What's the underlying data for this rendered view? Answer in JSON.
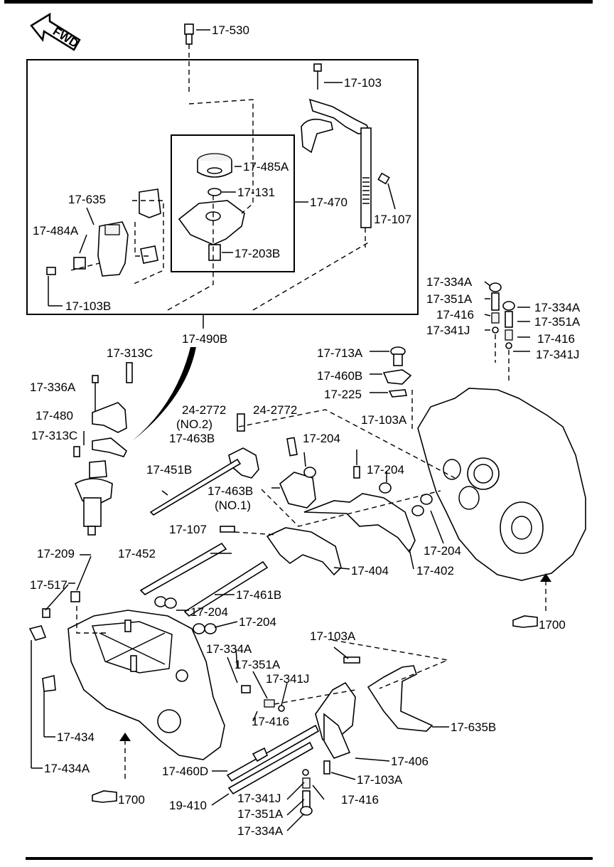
{
  "diagram": {
    "fwd_label": "FWD",
    "ref_label": "1700",
    "labels": {
      "p17_530": "17-530",
      "p17_103_top": "17-103",
      "p17_485A": "17-485A",
      "p17_131": "17-131",
      "p17_470": "17-470",
      "p17_107_top": "17-107",
      "p17_203B": "17-203B",
      "p17_635": "17-635",
      "p17_484A": "17-484A",
      "p17_103B": "17-103B",
      "p17_490B": "17-490B",
      "p17_313C_a": "17-313C",
      "p17_336A": "17-336A",
      "p17_480": "17-480",
      "p17_313C_b": "17-313C",
      "p24_2772_a": "24-2772",
      "no2": "(NO.2)",
      "p17_463B_a": "17-463B",
      "p24_2772_b": "24-2772",
      "p17_204_a": "17-204",
      "p17_103A_a": "17-103A",
      "p17_713A": "17-713A",
      "p17_460B": "17-460B",
      "p17_225": "17-225",
      "p17_334A_a": "17-334A",
      "p17_351A_a": "17-351A",
      "p17_416_a": "17-416",
      "p17_341J_a": "17-341J",
      "p17_334A_b": "17-334A",
      "p17_351A_b": "17-351A",
      "p17_416_b": "17-416",
      "p17_341J_b": "17-341J",
      "p17_451B": "17-451B",
      "p17_463B_b": "17-463B",
      "no1": "(NO.1)",
      "p17_204_b": "17-204",
      "p17_107_mid": "17-107",
      "p17_452": "17-452",
      "p17_209": "17-209",
      "p17_404": "17-404",
      "p17_402": "17-402",
      "p17_204_c": "17-204",
      "p17_517": "17-517",
      "p17_461B": "17-461B",
      "p17_204_d": "17-204",
      "p17_204_e": "17-204",
      "p17_334A_c": "17-334A",
      "p17_351A_c": "17-351A",
      "p17_103A_b": "17-103A",
      "p17_341J_c": "17-341J",
      "p17_416_c": "17-416",
      "p17_635B": "17-635B",
      "p17_434": "17-434",
      "p17_434A": "17-434A",
      "p17_460D": "17-460D",
      "p17_406": "17-406",
      "p17_103A_c": "17-103A",
      "p19_410": "19-410",
      "p17_341J_d": "17-341J",
      "p17_416_d": "17-416",
      "p17_351A_d": "17-351A",
      "p17_334A_d": "17-334A"
    }
  }
}
